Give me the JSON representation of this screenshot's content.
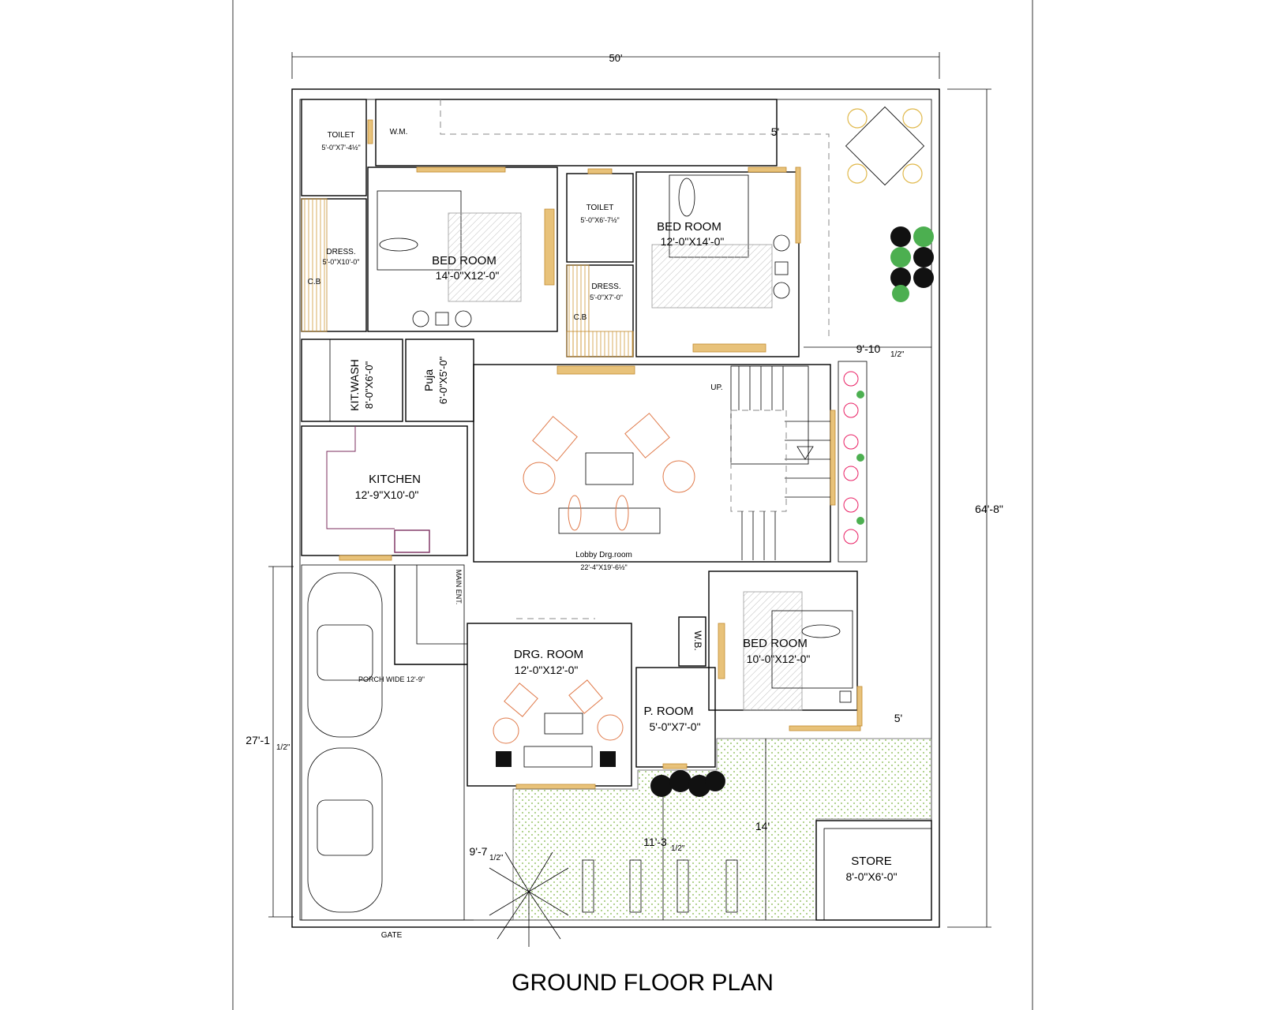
{
  "title": "GROUND FLOOR PLAN",
  "dimensions": {
    "width": "50'",
    "depth": "64'-8\"",
    "porch_depth": "27'-1",
    "porch_depth_frac": "1/2\"",
    "side_set_top": "5'",
    "side_set_right": "9'-10",
    "side_set_right_frac": "1/2\"",
    "side_set_mid": "5'",
    "lawn_depth": "14'",
    "lawn_width": "11'-3",
    "lawn_width_frac": "1/2\"",
    "front_left": "9'-7",
    "front_left_frac": "1/2\""
  },
  "rooms": {
    "toilet1": {
      "name": "TOILET",
      "size": "5'-0\"X7'-4½\""
    },
    "wm": {
      "name": "W.M."
    },
    "dress1": {
      "name": "DRESS.",
      "size": "5'-0\"X10'-0\"",
      "cb": "C.B"
    },
    "bed1": {
      "name": "BED ROOM",
      "size": "14'-0\"X12'-0\""
    },
    "toilet2": {
      "name": "TOILET",
      "size": "5'-0\"X6'-7½\""
    },
    "dress2": {
      "name": "DRESS.",
      "size": "5'-0\"X7'-0\"",
      "cb": "C.B"
    },
    "bed2": {
      "name": "BED ROOM",
      "size": "12'-0\"X14'-0\""
    },
    "kitwash": {
      "name": "KIT.WASH",
      "size": "8'-0\"X6'-0\""
    },
    "puja": {
      "name": "Puja",
      "size": "6'-0\"X5'-0\""
    },
    "kitchen": {
      "name": "KITCHEN",
      "size": "12'-9\"X10'-0\""
    },
    "lobby": {
      "name": "Lobby  Drg.room",
      "size": "22'-4\"X19'-6½\""
    },
    "up": {
      "name": "UP."
    },
    "main_ent": {
      "name": "MAIN ENT."
    },
    "drg": {
      "name": "DRG. ROOM",
      "size": "12'-0\"X12'-0\""
    },
    "wb": {
      "name": "W.B."
    },
    "proom": {
      "name": "P. ROOM",
      "size": "5'-0\"X7'-0\""
    },
    "bed3": {
      "name": "BED ROOM",
      "size": "10'-0\"X12'-0\""
    },
    "porch": {
      "name": "PORCH WIDE 12'-9\""
    },
    "store": {
      "name": "STORE",
      "size": "8'-0\"X6'-0\""
    },
    "gate": {
      "name": "GATE"
    }
  },
  "colors": {
    "wall": "#000000",
    "door": "#e8c27a",
    "furniture": "#e07a4a",
    "lawn": "#8bc34a",
    "planter": "#e91e63",
    "bush": "#4caf50"
  }
}
